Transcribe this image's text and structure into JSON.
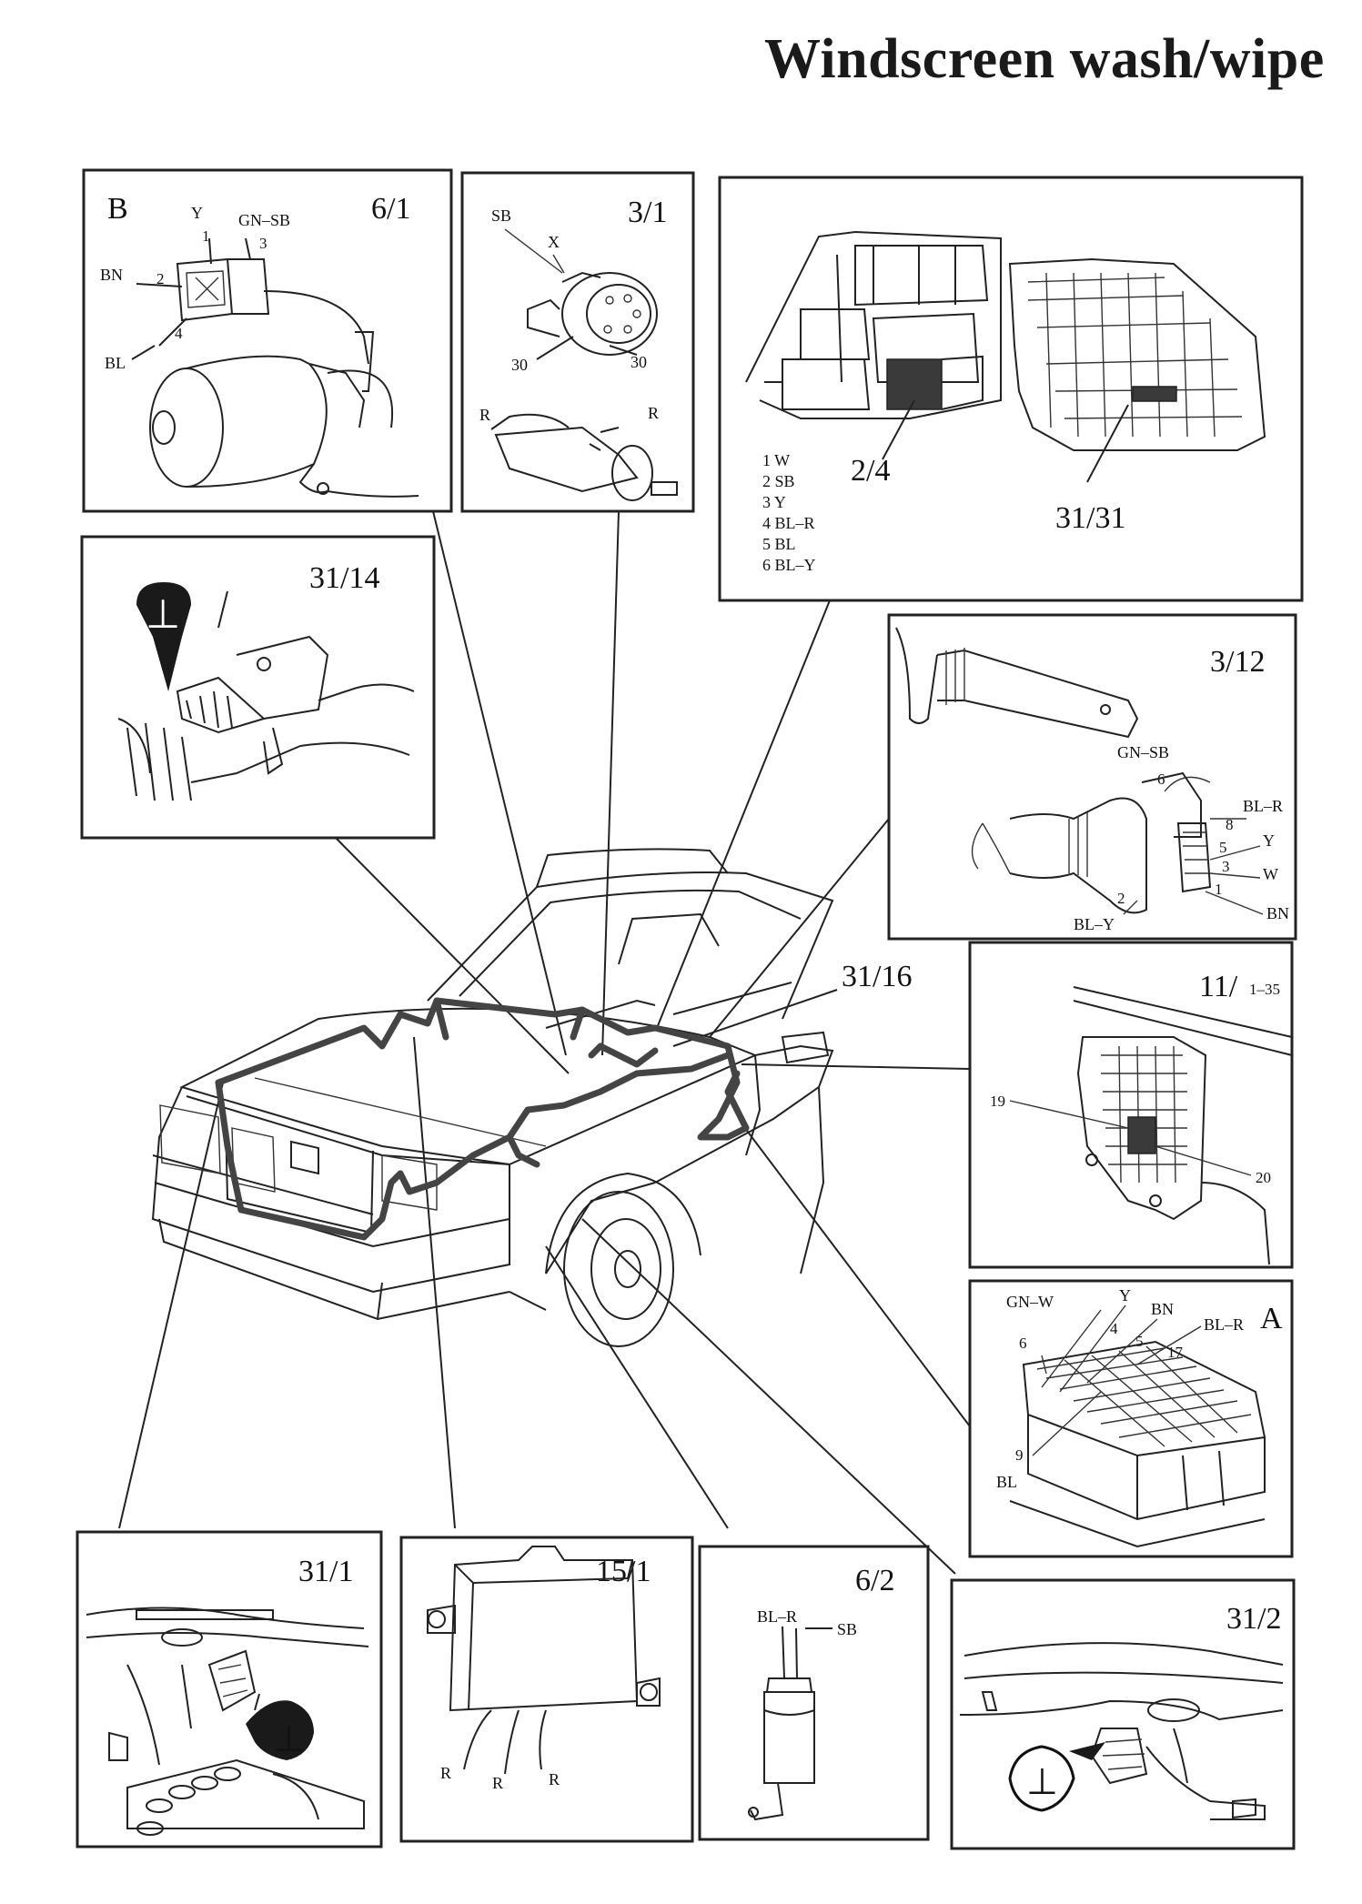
{
  "page": {
    "title": "Windscreen wash/wipe"
  },
  "panels": {
    "p6_1": {
      "code": "6/1",
      "letter": "B",
      "wires": [
        "Y",
        "1",
        "GN–SB",
        "3",
        "BN",
        "2",
        "4",
        "BL"
      ]
    },
    "p3_1": {
      "code": "3/1",
      "wires": [
        "SB",
        "X",
        "30",
        "30",
        "R",
        "R"
      ]
    },
    "p2_4": {
      "code": "2/4",
      "code2": "31/31",
      "legend": [
        "1 W",
        "2 SB",
        "3 Y",
        "4 BL–R",
        "5 BL",
        "6 BL–Y"
      ]
    },
    "p31_14": {
      "code": "31/14",
      "ground": "⊥"
    },
    "p3_12": {
      "code": "3/12",
      "wires": [
        "GN–SB",
        "6",
        "BL–R",
        "8",
        "5",
        "Y",
        "3",
        "W",
        "1",
        "BN",
        "2",
        "BL–Y"
      ]
    },
    "p31_16": {
      "code": "31/16"
    },
    "p11": {
      "code": "11/",
      "code_sub": "1–35",
      "pins": [
        "19",
        "20"
      ]
    },
    "pA": {
      "letter": "A",
      "wires": [
        "GN–W",
        "Y",
        "BN",
        "6",
        "4",
        "5",
        "BL–R",
        "17",
        "9",
        "BL"
      ]
    },
    "p31_1": {
      "code": "31/1",
      "ground": "⊥"
    },
    "p15_1": {
      "code": "15/1",
      "wires": [
        "R",
        "R",
        "R"
      ]
    },
    "p6_2": {
      "code": "6/2",
      "wires": [
        "BL–R",
        "SB"
      ]
    },
    "p31_2": {
      "code": "31/2",
      "ground": "⊥"
    }
  }
}
